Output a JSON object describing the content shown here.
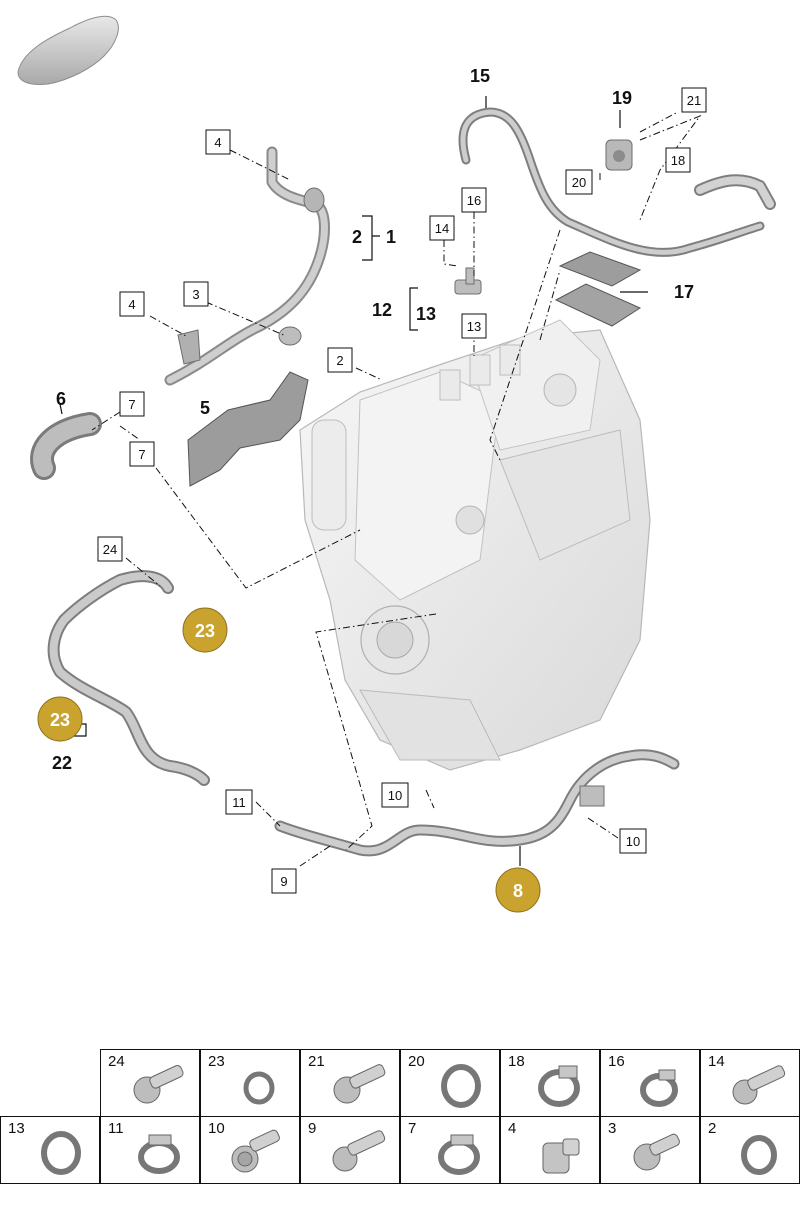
{
  "callouts": {
    "b1": "1",
    "b2": "2",
    "b5": "5",
    "b6": "6",
    "b8": "8",
    "b12": "12",
    "b13": "13",
    "b15": "15",
    "b17": "17",
    "b19": "19",
    "b22": "22",
    "box2": "2",
    "box3": "3",
    "box4a": "4",
    "box4b": "4",
    "box7a": "7",
    "box7b": "7",
    "box9": "9",
    "box10a": "10",
    "box10b": "10",
    "box11": "11",
    "box13": "13",
    "box14": "14",
    "box16": "16",
    "box18": "18",
    "box20": "20",
    "box21": "21",
    "box24": "24",
    "c23a": "23",
    "c23b": "23"
  },
  "legend": {
    "row1": [
      {
        "num": "24",
        "icon": "bolt-icon"
      },
      {
        "num": "23",
        "icon": "seal-ring-small-icon"
      },
      {
        "num": "21",
        "icon": "bolt-icon"
      },
      {
        "num": "20",
        "icon": "seal-ring-icon"
      },
      {
        "num": "18",
        "icon": "hose-clamp-icon"
      },
      {
        "num": "16",
        "icon": "hose-clamp-icon"
      },
      {
        "num": "14",
        "icon": "bolt-icon"
      }
    ],
    "row2": [
      {
        "num": "13",
        "icon": "seal-ring-icon"
      },
      {
        "num": "11",
        "icon": "hose-clamp-icon"
      },
      {
        "num": "10",
        "icon": "flange-bolt-icon"
      },
      {
        "num": "9",
        "icon": "bolt-icon"
      },
      {
        "num": "7",
        "icon": "hose-clamp-icon"
      },
      {
        "num": "4",
        "icon": "hollow-bolt-icon"
      },
      {
        "num": "3",
        "icon": "bolt-icon"
      },
      {
        "num": "2",
        "icon": "seal-ring-icon"
      }
    ]
  },
  "colors": {
    "callout_gold": "#c9a32e",
    "metal": "#c4c4c4",
    "metal_dark": "#8a8a8a",
    "engine": "#eeeeee",
    "gasket": "#9a9a9a"
  }
}
